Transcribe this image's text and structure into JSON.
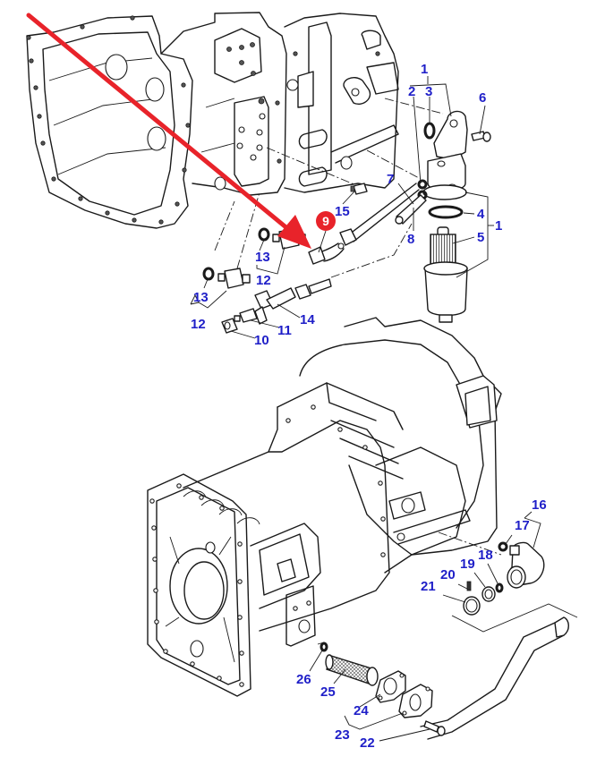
{
  "diagram": {
    "type": "exploded-parts-view",
    "subject": "transmission housing hydraulic oil filter and suction pipe assembly",
    "colors": {
      "label": "#1f1fc8",
      "highlight": "#e8232a",
      "highlight_text": "#ffffff",
      "linework": "#1a1a1a"
    },
    "highlighted_part": "9",
    "callouts": {
      "p1_top": "1",
      "p1_side": "1",
      "p2": "2",
      "p3": "3",
      "p4": "4",
      "p5": "5",
      "p6": "6",
      "p7": "7",
      "p8": "8",
      "p9": "9",
      "p10": "10",
      "p11": "11",
      "p12_a": "12",
      "p12_b": "12",
      "p13_a": "13",
      "p13_b": "13",
      "p14": "14",
      "p15": "15",
      "p16": "16",
      "p17": "17",
      "p18": "18",
      "p19": "19",
      "p20": "20",
      "p21": "21",
      "p22": "22",
      "p23": "23",
      "p24": "24",
      "p25": "25",
      "p26": "26"
    }
  }
}
